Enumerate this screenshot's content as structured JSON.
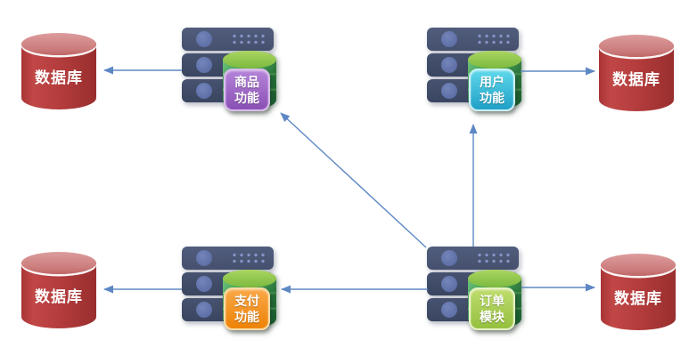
{
  "diagram": {
    "type": "microservices-architecture",
    "background": "#ffffff",
    "arrow_color": "#5e88c4",
    "database_body_color": "#b23b3b",
    "server_body_color": "#44506d",
    "service_cylinder_color": "#3ba354"
  },
  "databases": [
    {
      "position": "top-left",
      "label": "数据库"
    },
    {
      "position": "top-right",
      "label": "数据库"
    },
    {
      "position": "bottom-left",
      "label": "数据库"
    },
    {
      "position": "bottom-right",
      "label": "数据库"
    }
  ],
  "services": [
    {
      "position": "top-left",
      "name": "商品功能",
      "line1": "商品",
      "line2": "功能",
      "chip_top": "#b484d9",
      "chip_bottom": "#8a4fb5",
      "chip_border": "#d9bdeb"
    },
    {
      "position": "top-right",
      "name": "用户功能",
      "line1": "用户",
      "line2": "功能",
      "chip_top": "#5fd8ea",
      "chip_bottom": "#1e9fc6",
      "chip_border": "#c9f1f7"
    },
    {
      "position": "bottom-left",
      "name": "支付功能",
      "line1": "支付",
      "line2": "功能",
      "chip_top": "#f9a848",
      "chip_bottom": "#ee8206",
      "chip_border": "#f9dca6"
    },
    {
      "position": "bottom-right",
      "name": "订单模块",
      "line1": "订单",
      "line2": "模块",
      "chip_top": "#bedc6e",
      "chip_bottom": "#94c03e",
      "chip_border": "#e5f2c4"
    }
  ],
  "arrows": [
    {
      "from": "product-service-server",
      "to": "database-top-left"
    },
    {
      "from": "user-service-server",
      "to": "database-top-right"
    },
    {
      "from": "payment-service-server",
      "to": "database-bottom-left"
    },
    {
      "from": "order-module",
      "to": "database-bottom-right"
    },
    {
      "from": "order-module",
      "to": "payment-service"
    },
    {
      "from": "order-module",
      "to": "user-service"
    },
    {
      "from": "order-module",
      "to": "product-service"
    }
  ]
}
